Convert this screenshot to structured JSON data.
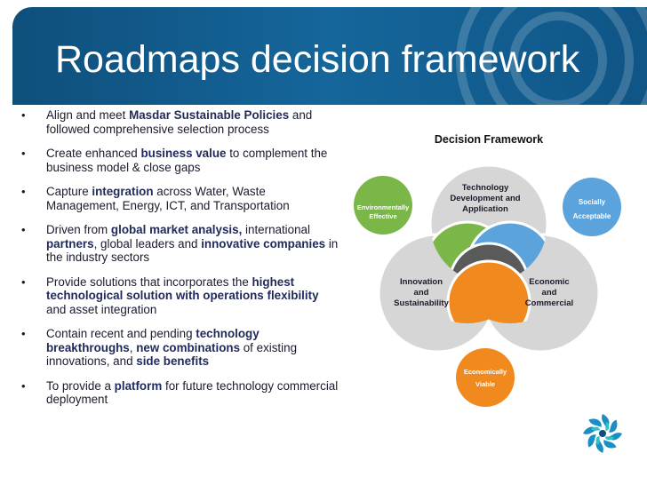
{
  "slide": {
    "title": "Roadmaps decision framework",
    "colors": {
      "header": "#15669b",
      "environmental": "#7ab648",
      "social": "#5ba3dc",
      "economic": "#f08a1e",
      "overlap": "#5a5a5a",
      "circle_grey": "#d6d6d6"
    }
  },
  "bullets": [
    {
      "parts": [
        {
          "t": "Align and meet "
        },
        {
          "t": "Masdar Sustainable Policies",
          "b": true
        },
        {
          "t": " and followed comprehensive selection process"
        }
      ]
    },
    {
      "parts": [
        {
          "t": "Create enhanced "
        },
        {
          "t": "business value",
          "b": true
        },
        {
          "t": " to complement the business model & close gaps"
        }
      ]
    },
    {
      "parts": [
        {
          "t": "Capture "
        },
        {
          "t": "integration",
          "b": true
        },
        {
          "t": " across Water, Waste Management, Energy, ICT, and Transportation"
        }
      ]
    },
    {
      "parts": [
        {
          "t": "Driven from "
        },
        {
          "t": "global market analysis,",
          "b": true
        },
        {
          "t": " international "
        },
        {
          "t": "partners",
          "b": true
        },
        {
          "t": ", global leaders and "
        },
        {
          "t": "innovative companies",
          "b": true
        },
        {
          "t": " in the industry sectors"
        }
      ]
    },
    {
      "parts": [
        {
          "t": "Provide solutions that incorporates the "
        },
        {
          "t": "highest technological solution with operations flexibility",
          "b": true
        },
        {
          "t": " and asset integration"
        }
      ]
    },
    {
      "parts": [
        {
          "t": "Contain recent and pending "
        },
        {
          "t": "technology breakthroughs",
          "b": true
        },
        {
          "t": ", "
        },
        {
          "t": "new combinations",
          "b": true
        },
        {
          "t": " of existing innovations, and "
        },
        {
          "t": "side benefits",
          "b": true
        }
      ]
    },
    {
      "parts": [
        {
          "t": "To provide a "
        },
        {
          "t": "platform",
          "b": true
        },
        {
          "t": " for future technology commercial deployment"
        }
      ]
    }
  ],
  "diagram": {
    "title": "Decision Framework",
    "top_circle": [
      "Technology",
      "Development and",
      "Application"
    ],
    "left_circle": [
      "Innovation",
      "and",
      "Sustainability"
    ],
    "right_circle": [
      "Economic",
      "and",
      "Commercial"
    ],
    "green_badge": [
      "Environmentally",
      "Effective"
    ],
    "blue_badge": [
      "Socially",
      "Acceptable"
    ],
    "orange_badge": [
      "Economically",
      "Viable"
    ]
  }
}
